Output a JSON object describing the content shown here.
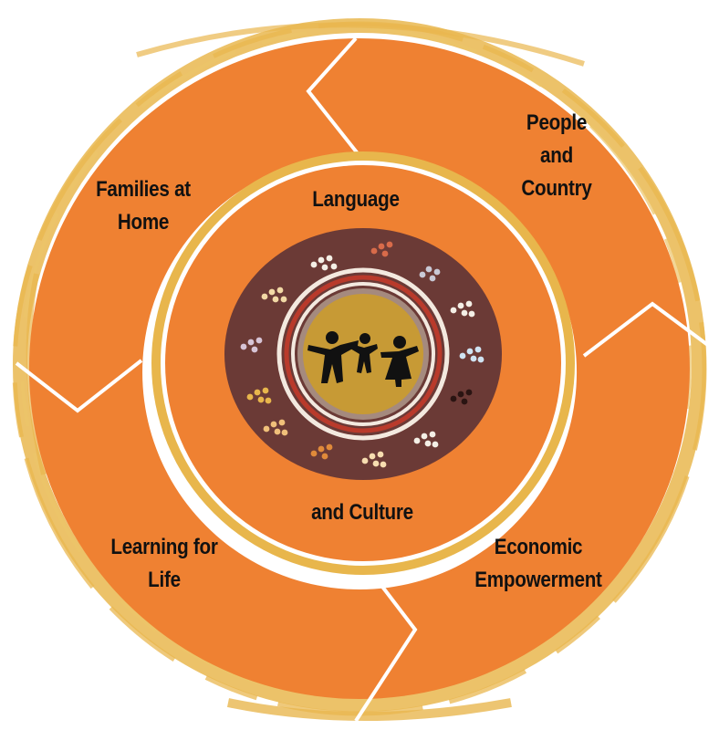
{
  "segments": {
    "families_at_home": [
      "Families at",
      "Home"
    ],
    "people_and_country": [
      "People",
      "and",
      "Country"
    ],
    "learning_for_life": [
      "Learning for",
      "Life"
    ],
    "economic_empowerment": [
      "Economic",
      "Empowerment"
    ]
  },
  "centre": {
    "top_label": "Language",
    "bottom_label": "and Culture"
  },
  "colors": {
    "orange": "#ef8132",
    "gold": "#e8b64c",
    "brush_gold": "#e9b74f",
    "artwork_brown": "#6b3a36",
    "artwork_ochre": "#c79a35",
    "figures": "#111111"
  }
}
